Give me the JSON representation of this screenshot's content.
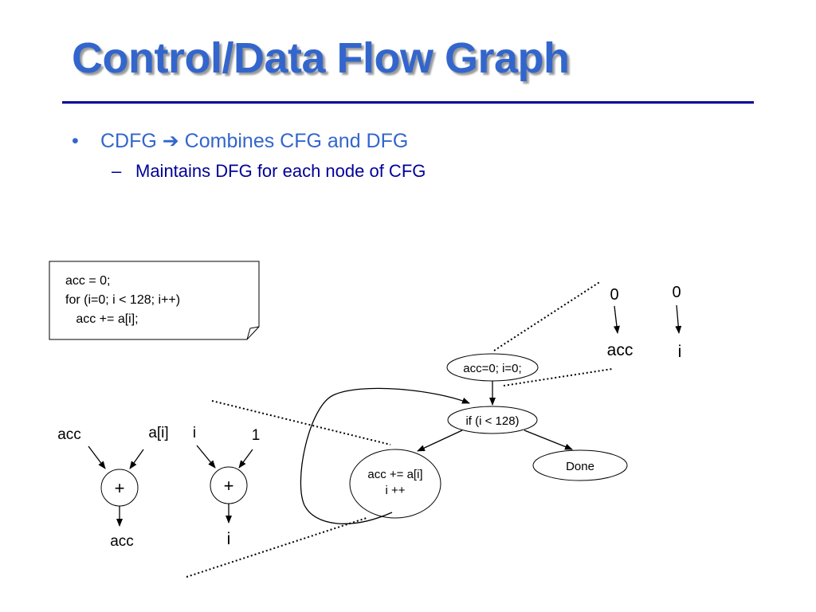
{
  "slide": {
    "title": "Control/Data Flow Graph",
    "bullets": [
      {
        "marker": "•",
        "text": "CDFG ",
        "arrow": "➔",
        "text2": " Combines CFG and DFG"
      },
      {
        "marker": "–",
        "text": "Maintains DFG for each node of CFG"
      }
    ]
  },
  "code_box": {
    "lines": [
      "acc = 0;",
      "for (i=0; i < 128; i++)",
      "   acc += a[i];"
    ]
  },
  "cfg": {
    "init_node": "acc=0; i=0;",
    "cond_node": "if (i < 128)",
    "body_node_line1": "acc += a[i]",
    "body_node_line2": "i ++",
    "done_node": "Done"
  },
  "dfg_init": {
    "acc_const": "0",
    "acc_out": "acc",
    "i_const": "0",
    "i_out": "i"
  },
  "dfg_body": {
    "acc_in": "acc",
    "a_in": "a[i]",
    "plus1": "+",
    "acc_out": "acc",
    "i_in": "i",
    "one_in": "1",
    "plus2": "+",
    "i_out": "i"
  },
  "colors": {
    "title": "#3366cc",
    "rule": "#000099",
    "bullet2": "#000099"
  }
}
